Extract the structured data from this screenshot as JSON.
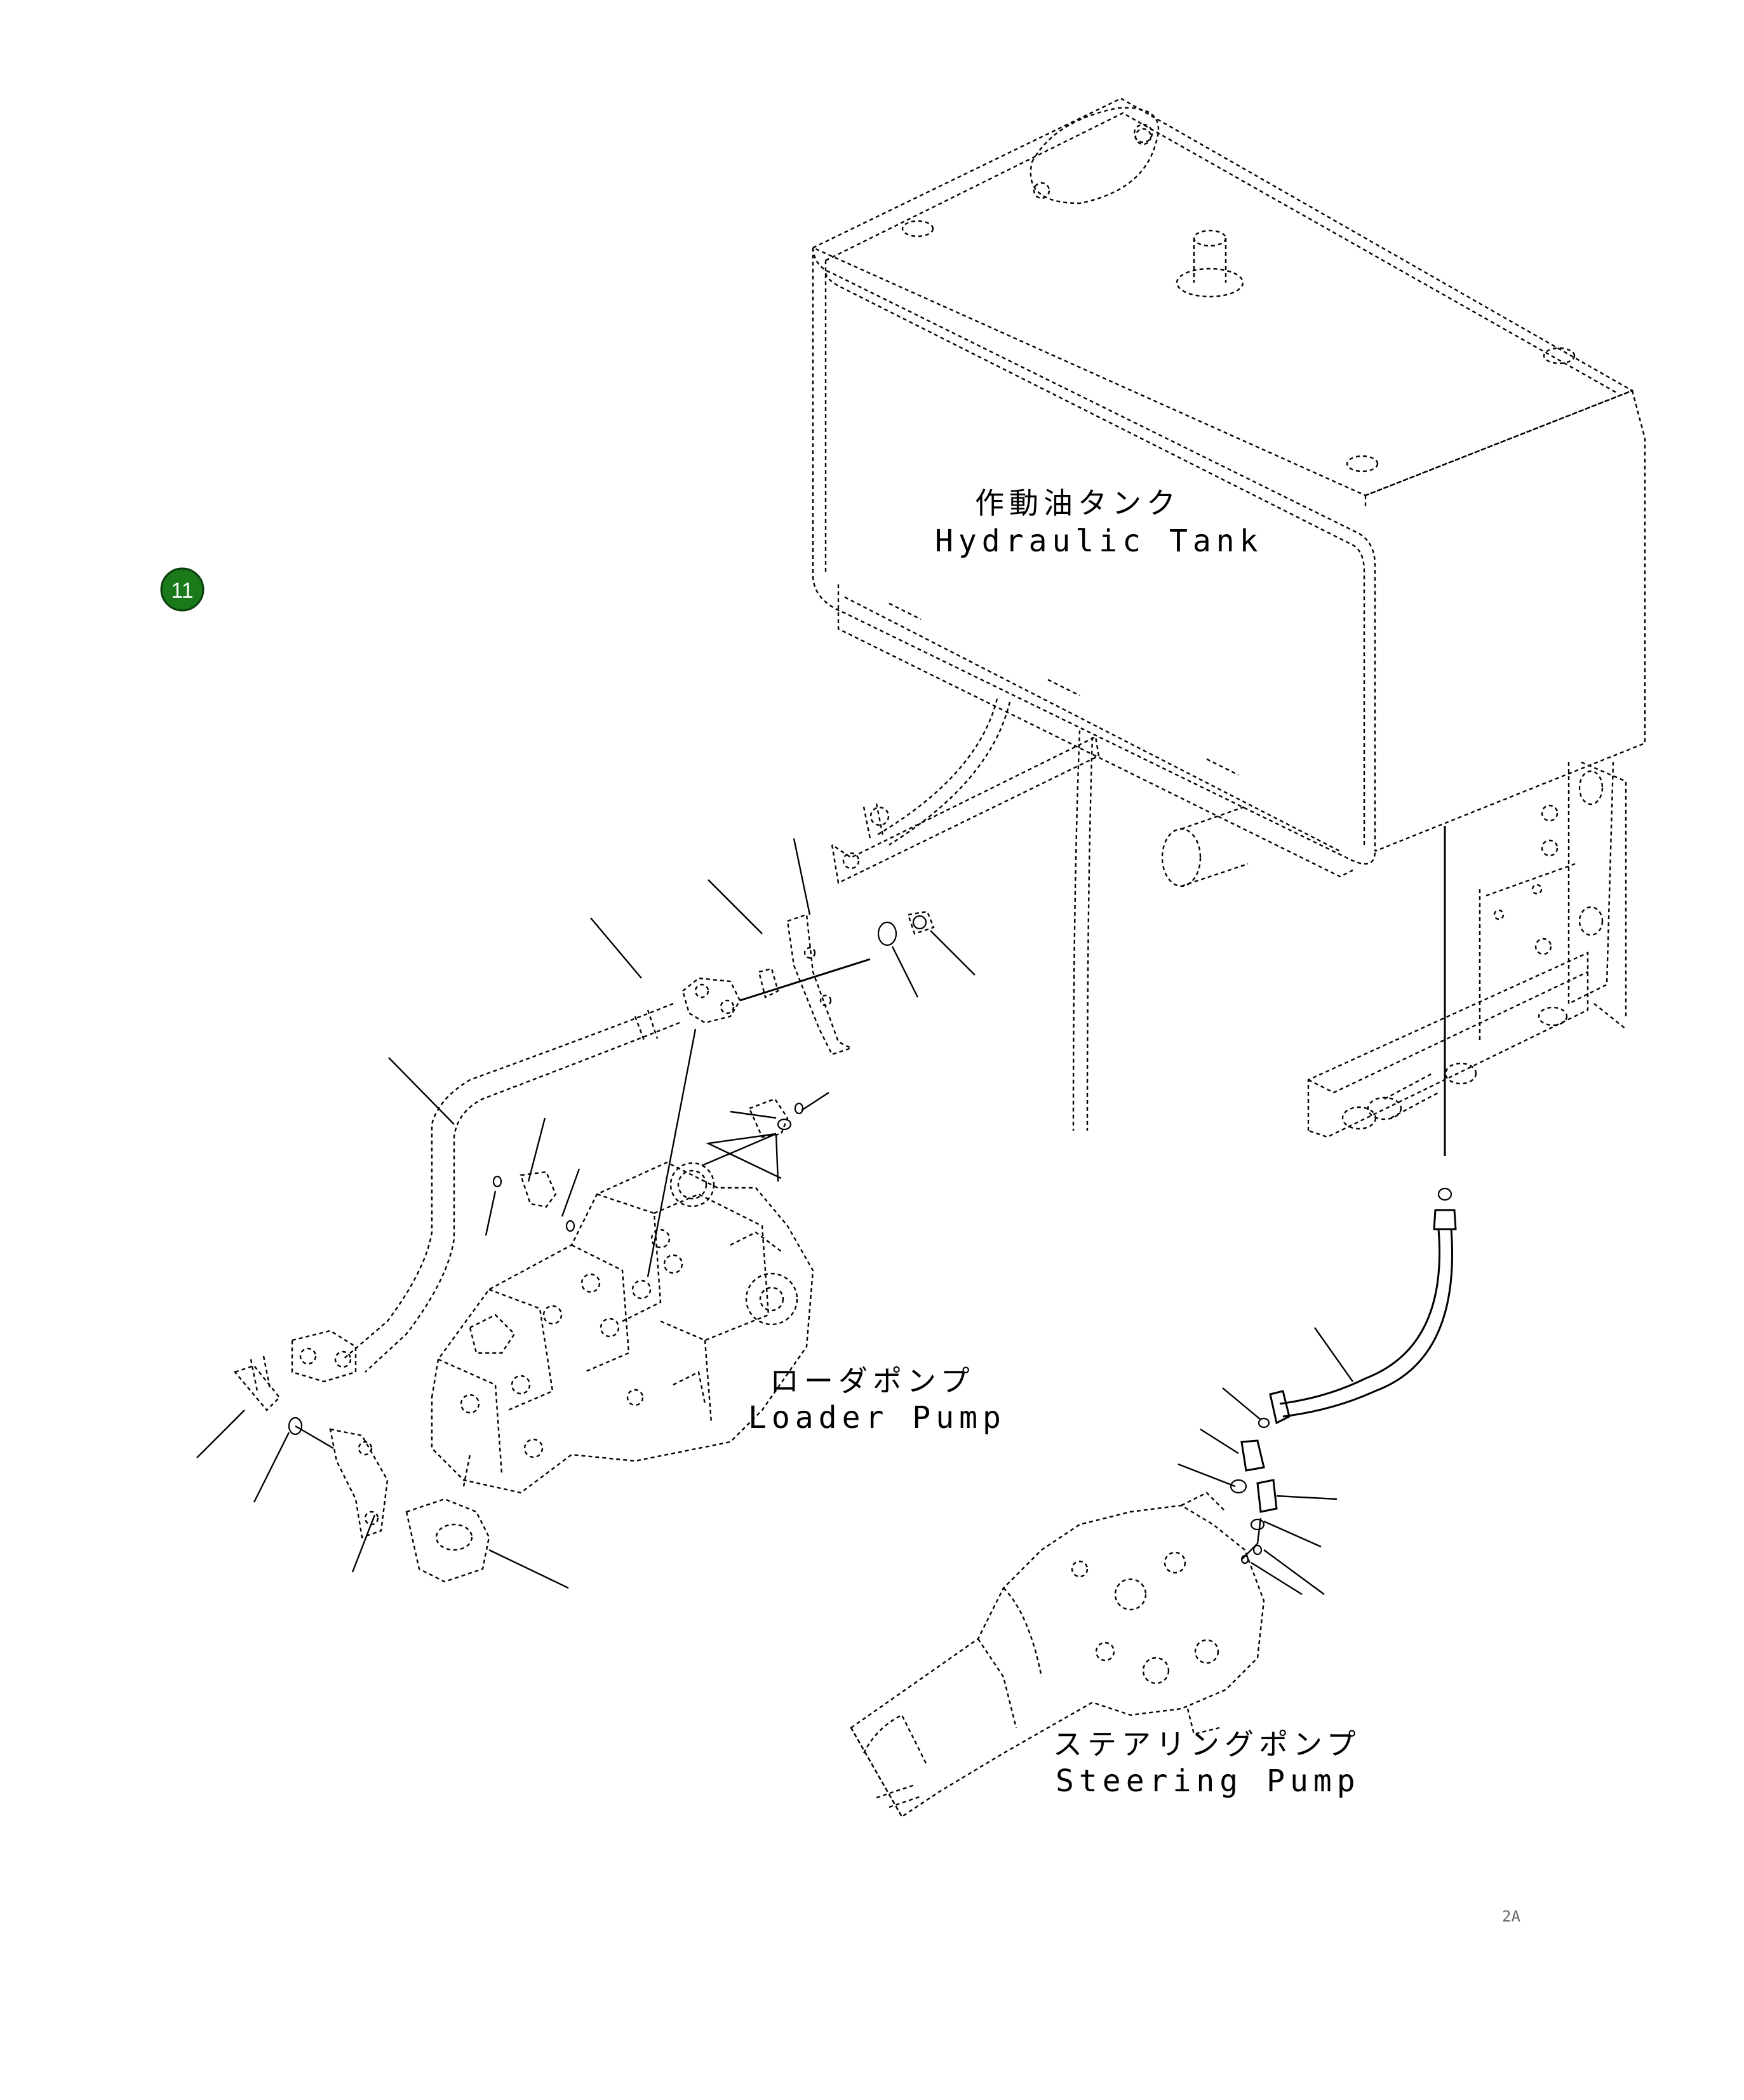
{
  "badge": {
    "number": "11",
    "color": "#1a7a1a"
  },
  "labels": {
    "hydraulic_tank_jp": "作動油タンク",
    "hydraulic_tank_en": "Hydraulic Tank",
    "loader_pump_jp": "ローダポンプ",
    "loader_pump_en": "Loader Pump",
    "steering_pump_jp": "ステアリングポンプ",
    "steering_pump_en": "Steering Pump"
  },
  "stamp": "2A"
}
